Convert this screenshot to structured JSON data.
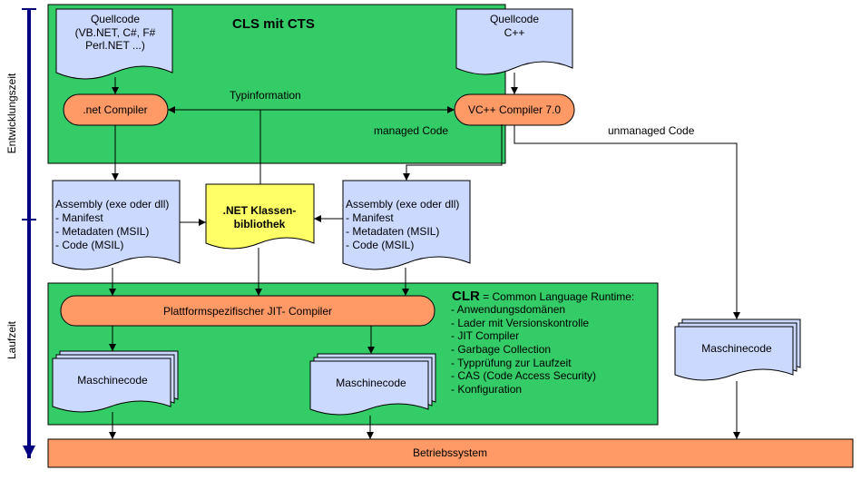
{
  "colors": {
    "green": "#33cc66",
    "doc_blue": "#ccd9ff",
    "orange": "#ff9966",
    "yellow": "#ffff66",
    "timeline": "#000080"
  },
  "timeline": {
    "development": "Entwicklungszeit",
    "runtime": "Laufzeit"
  },
  "top_box": {
    "title": "CLS mit CTS"
  },
  "sources": {
    "dotnet": [
      "Quellcode",
      "(VB.NET, C#, F#",
      "Perl.NET ...)"
    ],
    "cpp": [
      "Quellcode",
      "C++"
    ]
  },
  "compilers": {
    "net": ".net Compiler",
    "vcpp": "VC++ Compiler 7.0"
  },
  "labels": {
    "typinformation": "Typinformation",
    "managed": "managed Code",
    "unmanaged": "unmanaged Code"
  },
  "assembly": {
    "lines": [
      "Assembly (exe oder dll)",
      "- Manifest",
      "- Metadaten (MSIL)",
      "- Code (MSIL)"
    ]
  },
  "library": {
    "lines": [
      ".NET Klassen-",
      "bibliothek"
    ]
  },
  "clr": {
    "abbr": "CLR",
    "title_rest": " = Common Language Runtime:",
    "items": [
      "- Anwendungsdomänen",
      "- Lader mit Versionskontrolle",
      "- JIT Compiler",
      "- Garbage Collection",
      "- Typprüfung zur Laufzeit",
      "- CAS (Code Access Security)",
      "- Konfiguration"
    ],
    "jit": "Plattformspezifischer JIT- Compiler"
  },
  "machinecode": "Maschinecode",
  "os": "Betriebssystem"
}
